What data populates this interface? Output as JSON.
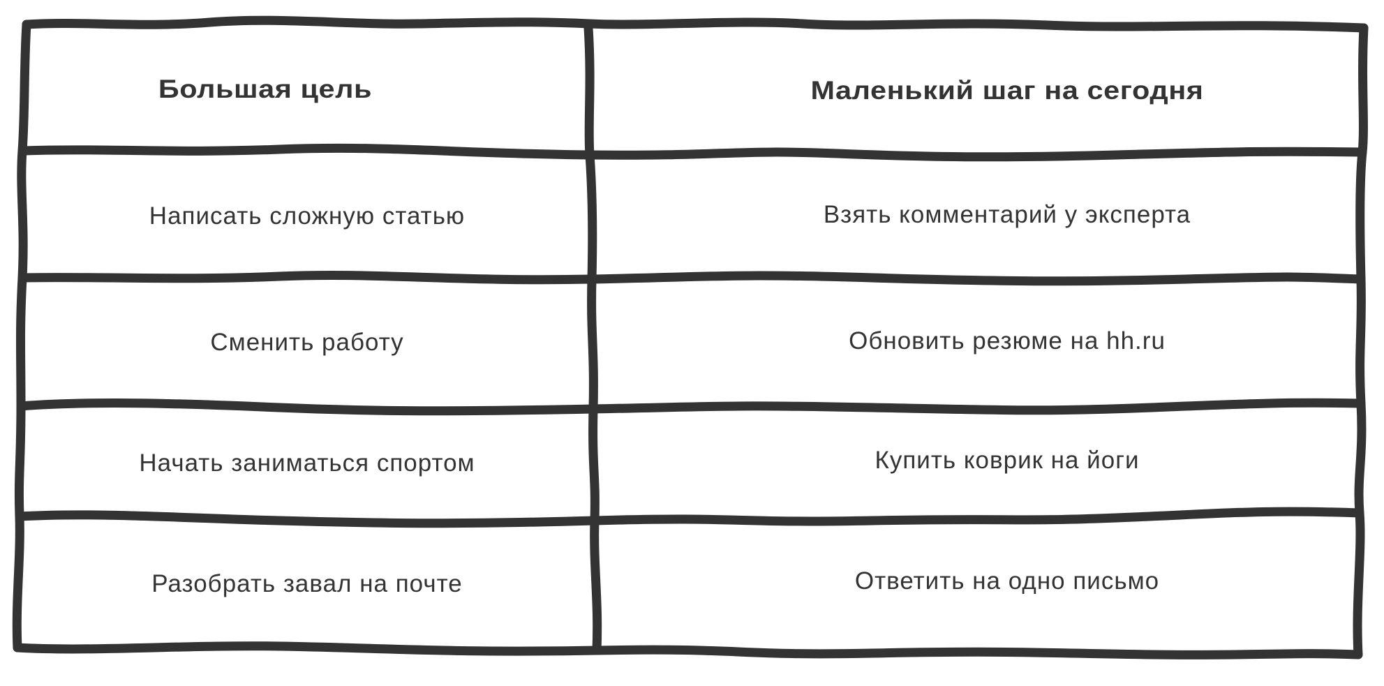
{
  "table": {
    "headers": [
      "Большая цель",
      "Маленький шаг на сегодня"
    ],
    "rows": [
      [
        "Написать сложную статью",
        "Взять комментарий у эксперта"
      ],
      [
        "Сменить работу",
        "Обновить резюме на hh.ru"
      ],
      [
        "Начать заниматься спортом",
        "Купить коврик на йоги"
      ],
      [
        "Разобрать завал на почте",
        "Ответить на одно письмо"
      ]
    ]
  },
  "style": {
    "line_color": "#333333",
    "text_color": "#333333",
    "background": "#ffffff"
  }
}
